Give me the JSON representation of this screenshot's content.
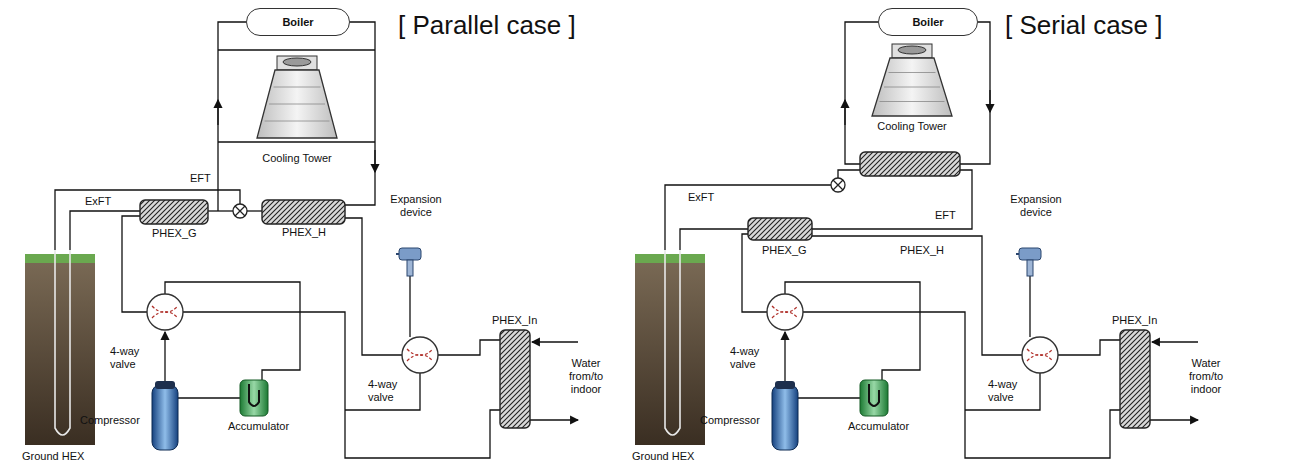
{
  "diagram": {
    "nodes": [
      {
        "text": [
          "Boiler"
        ]
      },
      {
        "text": [
          "Boiler"
        ]
      }
    ],
    "labels": [
      "[ Parallel case ]",
      "EFT",
      "Cooling Tower",
      "ExFT",
      "PHEX_G",
      "PHEX_H",
      "Expansion device",
      "PHEX_In",
      "4-way valve",
      "Water from/to indoor",
      "4-way valve",
      "Compressor",
      "Accumulator",
      "Ground HEX",
      "[ Serial case ]",
      "Cooling Tower",
      "ExFT",
      "EFT",
      "Expansion device",
      "PHEX_G",
      "PHEX_H",
      "PHEX_In",
      "4-way valve",
      "Water from/to indoor",
      "4-way valve",
      "Compressor",
      "Accumulator",
      "Ground HEX"
    ]
  }
}
